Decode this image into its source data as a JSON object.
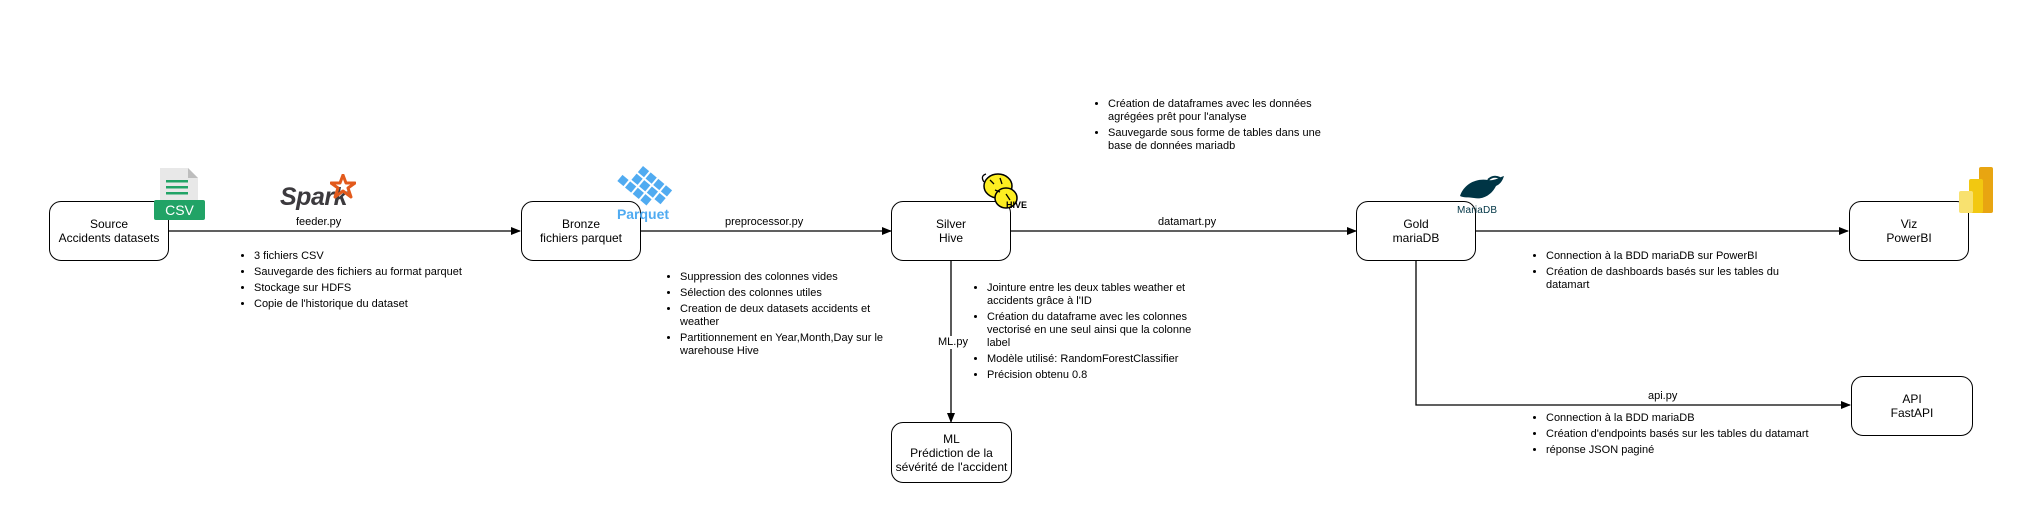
{
  "nodes": {
    "source": {
      "title": "Source",
      "subtitle": "Accidents datasets"
    },
    "bronze": {
      "title": "Bronze",
      "subtitle": "fichiers parquet"
    },
    "silver": {
      "title": "Silver",
      "subtitle": "Hive"
    },
    "gold": {
      "title": "Gold",
      "subtitle": "mariaDB"
    },
    "viz": {
      "title": "Viz",
      "subtitle": "PowerBI"
    },
    "api": {
      "title": "API",
      "subtitle": "FastAPI"
    },
    "ml": {
      "title": "ML",
      "subtitle": "Prédiction de la",
      "subtitle2": "sévérité de l'accident"
    }
  },
  "edges": {
    "feeder": "feeder.py",
    "preprocessor": "preprocessor.py",
    "datamart": "datamart.py",
    "ml": "ML.py",
    "api": "api.py"
  },
  "notes": {
    "feeder": [
      "3 fichiers CSV",
      "Sauvegarde des fichiers au format parquet",
      "Stockage sur HDFS",
      "Copie de l'historique du dataset"
    ],
    "preprocessor": [
      "Suppression des colonnes vides",
      "Sélection des colonnes utiles",
      "Creation de deux datasets accidents et weather",
      "Partitionnement en Year,Month,Day sur le warehouse Hive"
    ],
    "datamart": [
      "Création de dataframes avec les données agrégées prêt pour l'analyse",
      "Sauvegarde sous forme de tables dans une base de données mariadb"
    ],
    "ml": [
      "Jointure entre les deux tables weather et accidents grâce à l'ID",
      "Création du dataframe avec les colonnes vectorisé en une seul ainsi que la colonne label",
      "Modèle utilisé: RandomForestClassifier",
      "Précision obtenu 0.8"
    ],
    "viz": [
      "Connection à la BDD mariaDB sur PowerBI",
      "Création de dashboards basés sur les tables du datamart"
    ],
    "api": [
      "Connection à la BDD mariaDB",
      "Création d'endpoints basés sur les tables du datamart",
      "réponse JSON paginé"
    ]
  },
  "logos": {
    "csv": "CSV",
    "spark": "Spark",
    "parquet": "Parquet",
    "hive": "HIVE",
    "mariadb": "MariaDB"
  },
  "colors": {
    "csv_green": "#21a366",
    "spark_orange": "#e25a1c",
    "parquet_blue": "#50abf1",
    "hive_yellow": "#fdee21",
    "mariadb_navy": "#003545",
    "powerbi_yellow": "#f2c811"
  }
}
